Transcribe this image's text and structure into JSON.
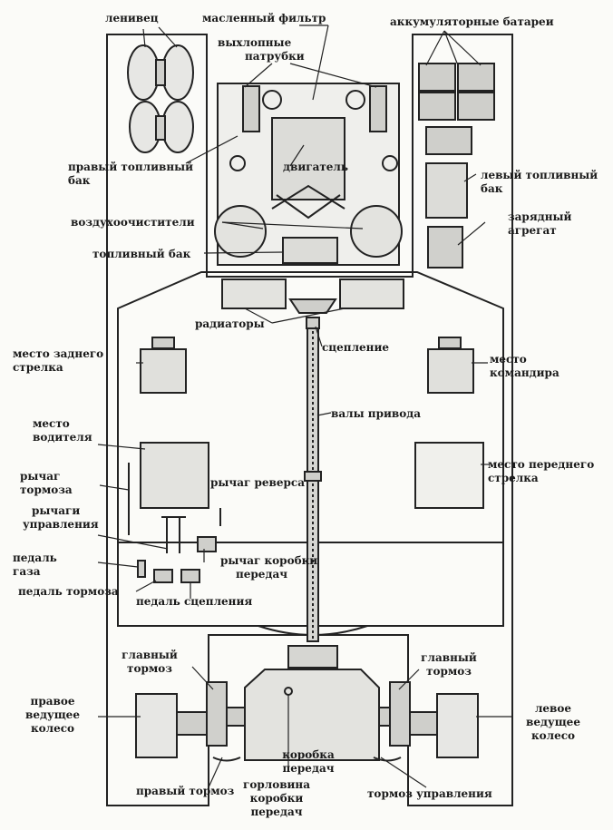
{
  "labels": {
    "idler": "ленивец",
    "oil_filter": "масленный фильтр",
    "batteries": "аккумуляторные батареи",
    "exhaust_1": "выхлопные",
    "exhaust_2": "патрубки",
    "right_tank_1": "правый топливный",
    "right_tank_2": "бак",
    "engine": "двигатель",
    "left_tank_1": "левый топливный",
    "left_tank_2": "бак",
    "air_cleaners": "воздухоочистители",
    "charger_1": "зарядный",
    "charger_2": "агрегат",
    "fuel_tank": "топливный бак",
    "radiators": "радиаторы",
    "clutch": "сцепление",
    "rear_gunner_1": "место заднего",
    "rear_gunner_2": "стрелка",
    "commander_1": "место",
    "commander_2": "командира",
    "drive_shafts": "валы привода",
    "driver_seat_1": "место",
    "driver_seat_2": "водителя",
    "front_gunner_1": "место переднего",
    "front_gunner_2": "стрелка",
    "brake_lever_1": "рычаг",
    "brake_lever_2": "тормоза",
    "reverse_lever": "рычаг реверса",
    "control_levers_1": "рычаги",
    "control_levers_2": "управления",
    "gas_pedal_1": "педаль",
    "gas_pedal_2": "газа",
    "gear_lever_1": "рычаг коробки",
    "gear_lever_2": "передач",
    "brake_pedal": "педаль тормоза",
    "clutch_pedal": "педаль сцепления",
    "main_brake_r_1": "главный",
    "main_brake_r_2": "тормоз",
    "main_brake_l_1": "главный",
    "main_brake_l_2": "тормоз",
    "right_wheel_1": "правое",
    "right_wheel_2": "ведущее",
    "right_wheel_3": "колесо",
    "left_wheel_1": "левое",
    "left_wheel_2": "ведущее",
    "left_wheel_3": "колесо",
    "gearbox_1": "коробка",
    "gearbox_2": "передач",
    "right_brake": "правый тормоз",
    "gearbox_neck_1": "горловина",
    "gearbox_neck_2": "коробки",
    "gearbox_neck_3": "передач",
    "control_brake": "тормоз управления"
  }
}
